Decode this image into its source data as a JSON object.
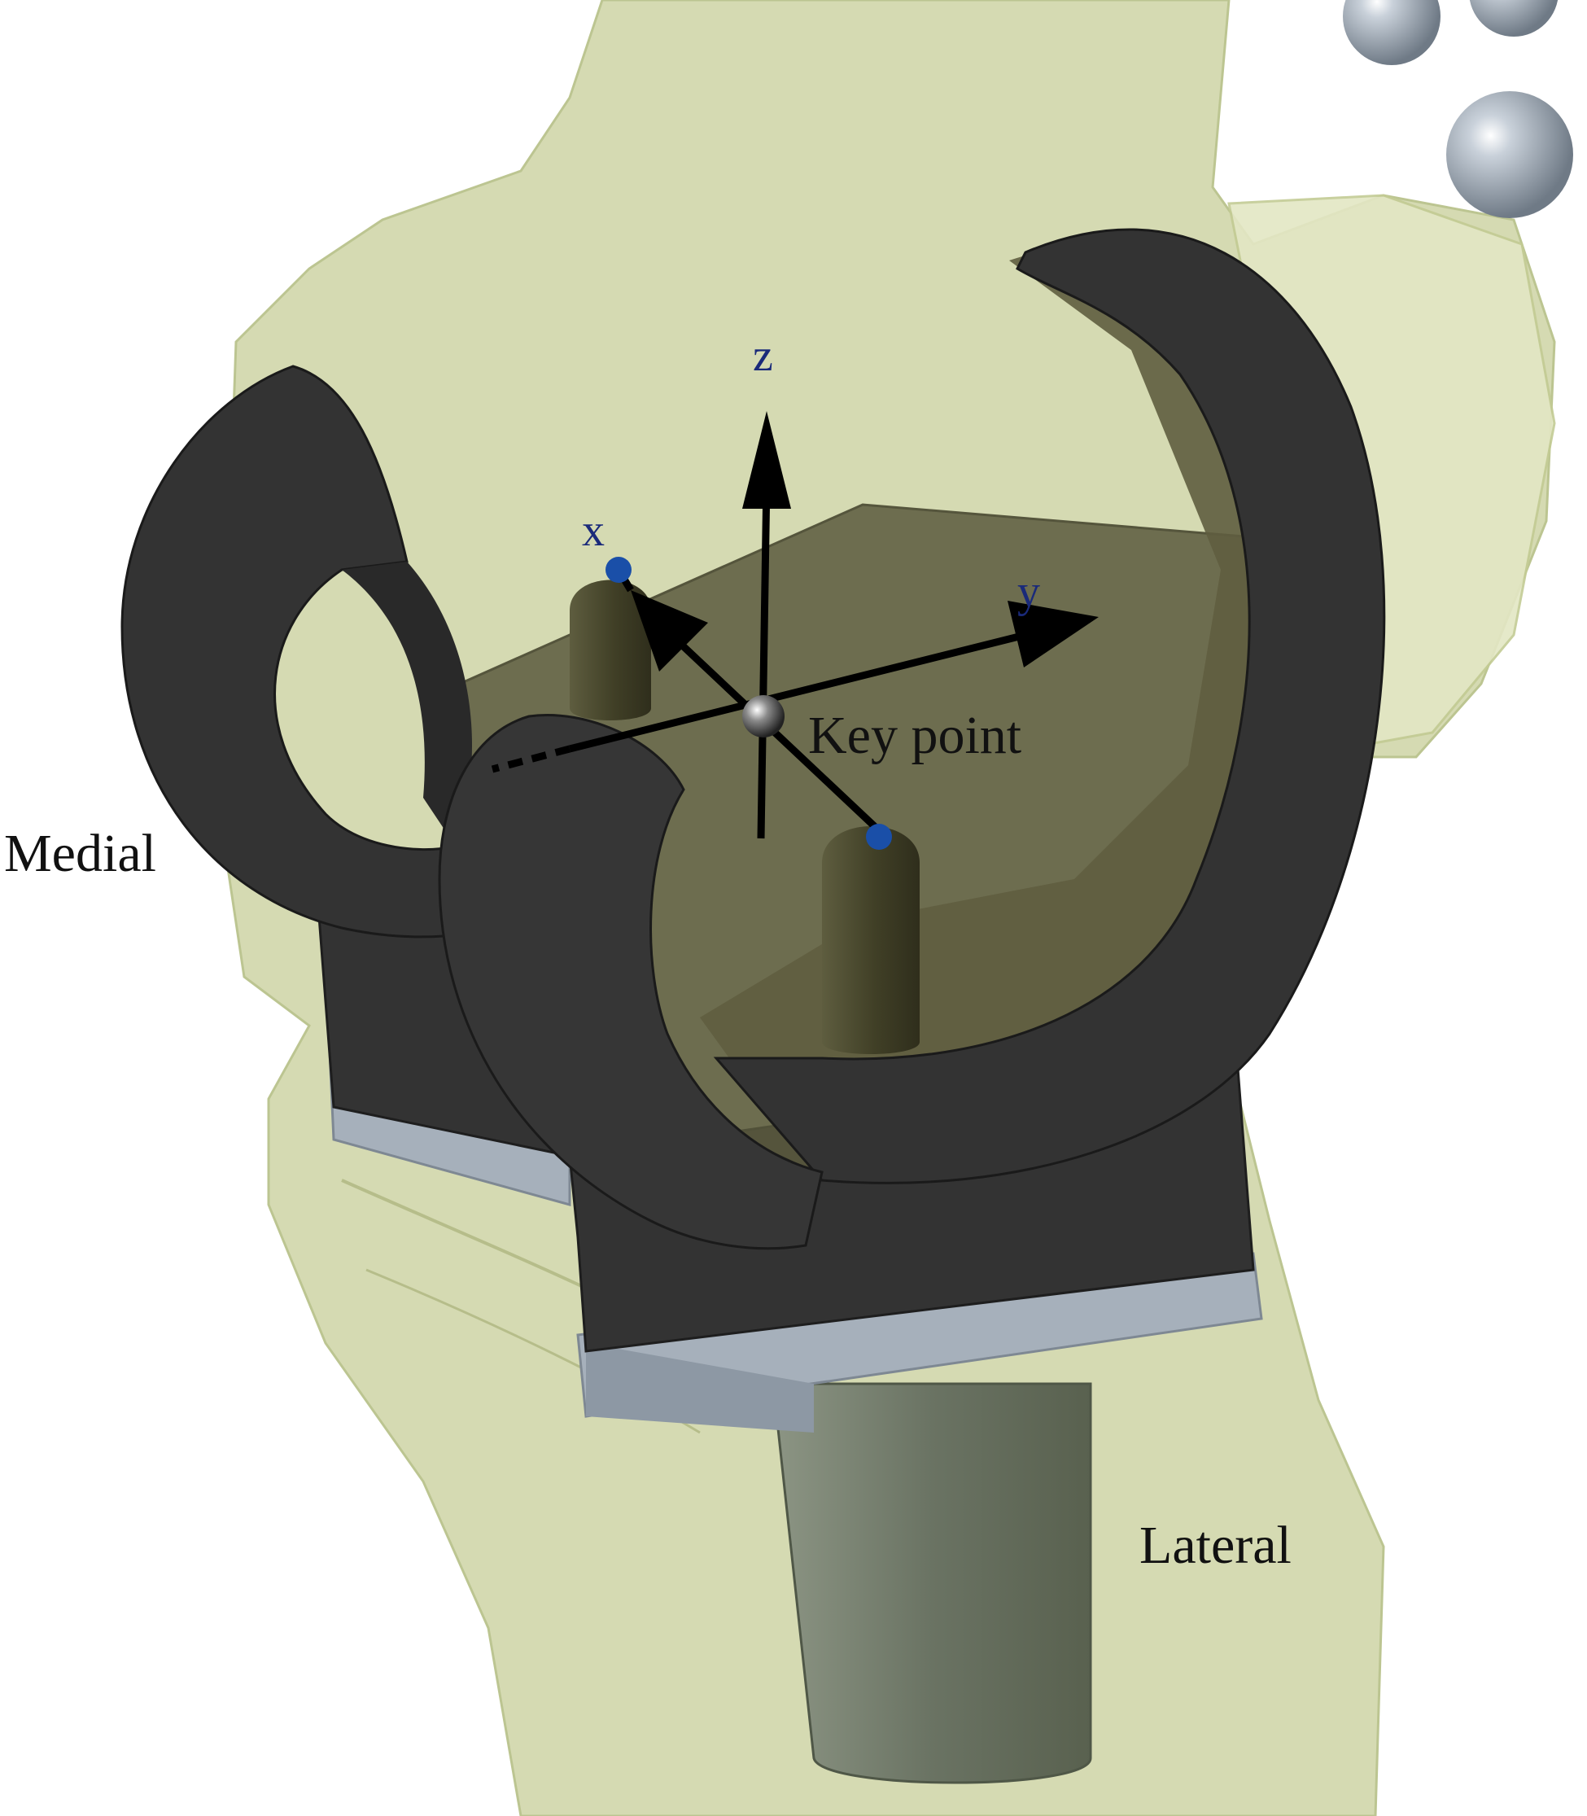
{
  "labels": {
    "z": "z",
    "x": "x",
    "y": "y",
    "key_point": "Key point",
    "medial": "Medial",
    "lateral": "Lateral"
  },
  "colors": {
    "bone": "#d3d9ae",
    "bone_edge": "#b9c28c",
    "implant": "#333333",
    "implant_light": "#4a4a4a",
    "tray": "#9aa6b2",
    "pegs": "#4d4c30",
    "insert": "#5b5a3e",
    "stem": "#6f7868",
    "axes": "#000000",
    "marker": "#1a4fa8",
    "sphere": "#a9b3bf",
    "axis_text": "#1a2a7a"
  }
}
